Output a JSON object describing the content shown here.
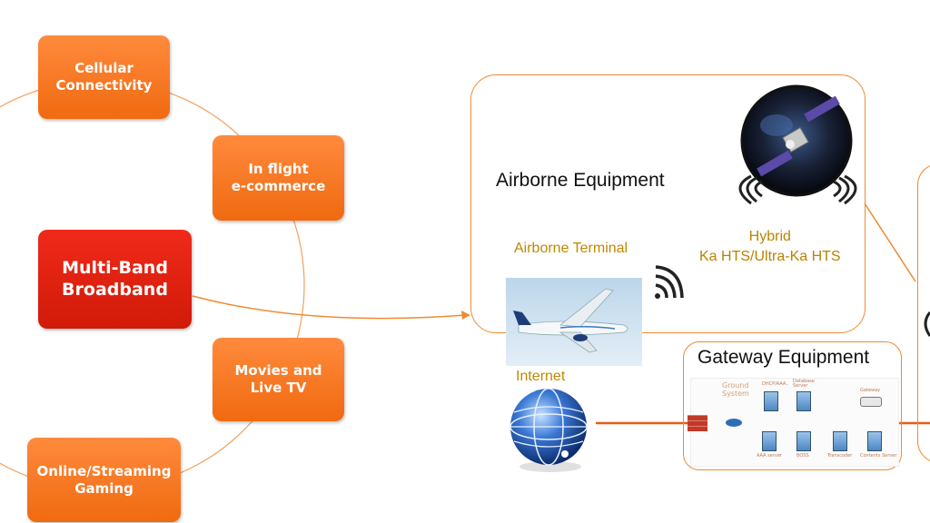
{
  "services": {
    "cellular": "Cellular\nConnectivity",
    "inflight": "In flight\ne-commerce",
    "multiband": "Multi-Band\nBroadband",
    "movies": "Movies and\nLive TV",
    "gaming": "Online/Streaming\nGaming"
  },
  "airborne": {
    "title": "Airborne Equipment",
    "terminal_label": "Airborne Terminal",
    "hybrid_label": "Hybrid\nKa HTS/Ultra-Ka HTS"
  },
  "internet_label": "Internet",
  "gateway": {
    "title": "Gateway Equipment",
    "ground_system": "Ground\nSystem",
    "servers": [
      "DHCP/AAA..",
      "Database\nServer",
      "Gateway",
      "AAA server",
      "BOSS",
      "Transcoder",
      "Contents Server"
    ]
  },
  "colors": {
    "orange": "#f47a20",
    "red": "#e0220f",
    "line": "#f08a30",
    "gold_text": "#c08800"
  }
}
